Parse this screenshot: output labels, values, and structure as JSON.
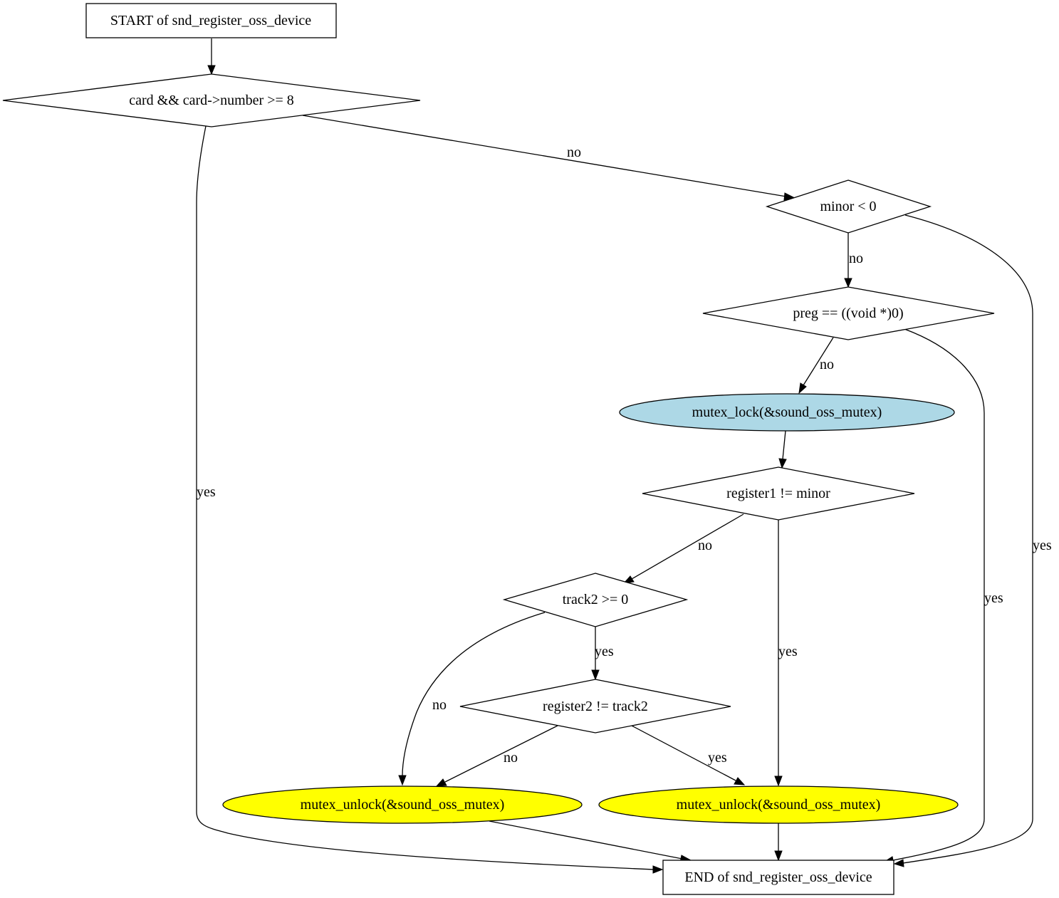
{
  "nodes": {
    "start": "START of snd_register_oss_device",
    "cond_card": "card && card->number >= 8",
    "cond_minor": "minor < 0",
    "cond_preg": "preg == ((void *)0)",
    "lock": "mutex_lock(&sound_oss_mutex)",
    "cond_register1": "register1 != minor",
    "cond_track2": "track2 >= 0",
    "cond_register2": "register2 != track2",
    "unlock_left": "mutex_unlock(&sound_oss_mutex)",
    "unlock_right": "mutex_unlock(&sound_oss_mutex)",
    "end": "END of snd_register_oss_device"
  },
  "edges": {
    "card_no": "no",
    "card_yes": "yes",
    "minor_no": "no",
    "minor_yes": "yes",
    "preg_no": "no",
    "preg_yes": "yes",
    "register1_no": "no",
    "register1_yes": "yes",
    "track2_yes": "yes",
    "track2_no": "no",
    "register2_no": "no",
    "register2_yes": "yes"
  },
  "colors": {
    "lock_fill": "#add8e6",
    "unlock_fill": "#ffff00",
    "default_fill": "#ffffff",
    "stroke": "#000000"
  }
}
